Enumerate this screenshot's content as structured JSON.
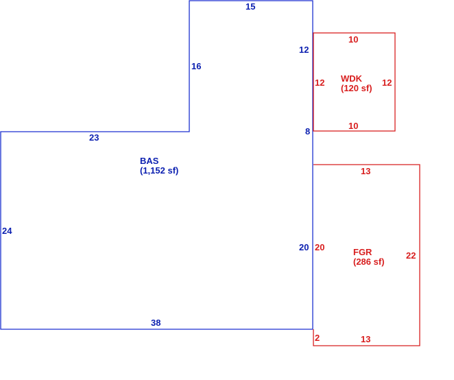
{
  "colors": {
    "bas": "#1a2fd0",
    "bas_text": "#0b1fb0",
    "addition": "#d81e1e"
  },
  "bas": {
    "code": "BAS",
    "area": "(1,152 sf)",
    "dims": {
      "top": "15",
      "left_upper": "16",
      "right_upper": "12",
      "right_mid": "8",
      "step": "23",
      "left": "24",
      "right_lower": "20",
      "bottom": "38"
    }
  },
  "wdk": {
    "code": "WDK",
    "area": "(120 sf)",
    "dims": {
      "top": "10",
      "left": "12",
      "right": "12",
      "bottom": "10"
    }
  },
  "fgr": {
    "code": "FGR",
    "area": "(286 sf)",
    "dims": {
      "top": "13",
      "left": "20",
      "right": "22",
      "bottom": "13",
      "corner": "2"
    }
  }
}
